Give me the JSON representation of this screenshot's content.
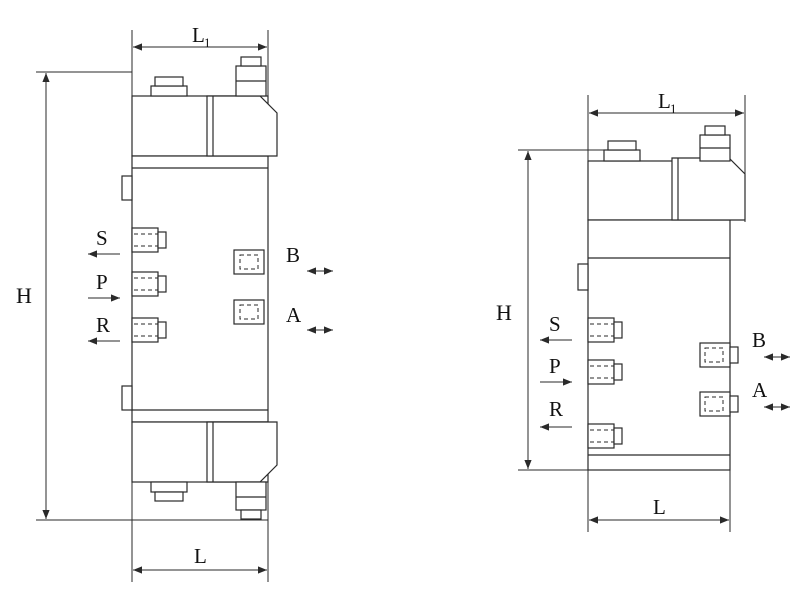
{
  "page": {
    "background": "#ffffff",
    "line_color": "#2a2a2a"
  },
  "figure": {
    "left_view": {
      "dims": {
        "top_main": "L",
        "top_sub": "1",
        "height": "H",
        "bottom": "L"
      },
      "ports": {
        "s": "S",
        "p": "P",
        "r": "R",
        "b": "B",
        "a": "A"
      }
    },
    "right_view": {
      "dims": {
        "top_main": "L",
        "top_sub": "1",
        "height": "H",
        "bottom": "L"
      },
      "ports": {
        "s": "S",
        "p": "P",
        "r": "R",
        "b": "B",
        "a": "A"
      }
    }
  }
}
